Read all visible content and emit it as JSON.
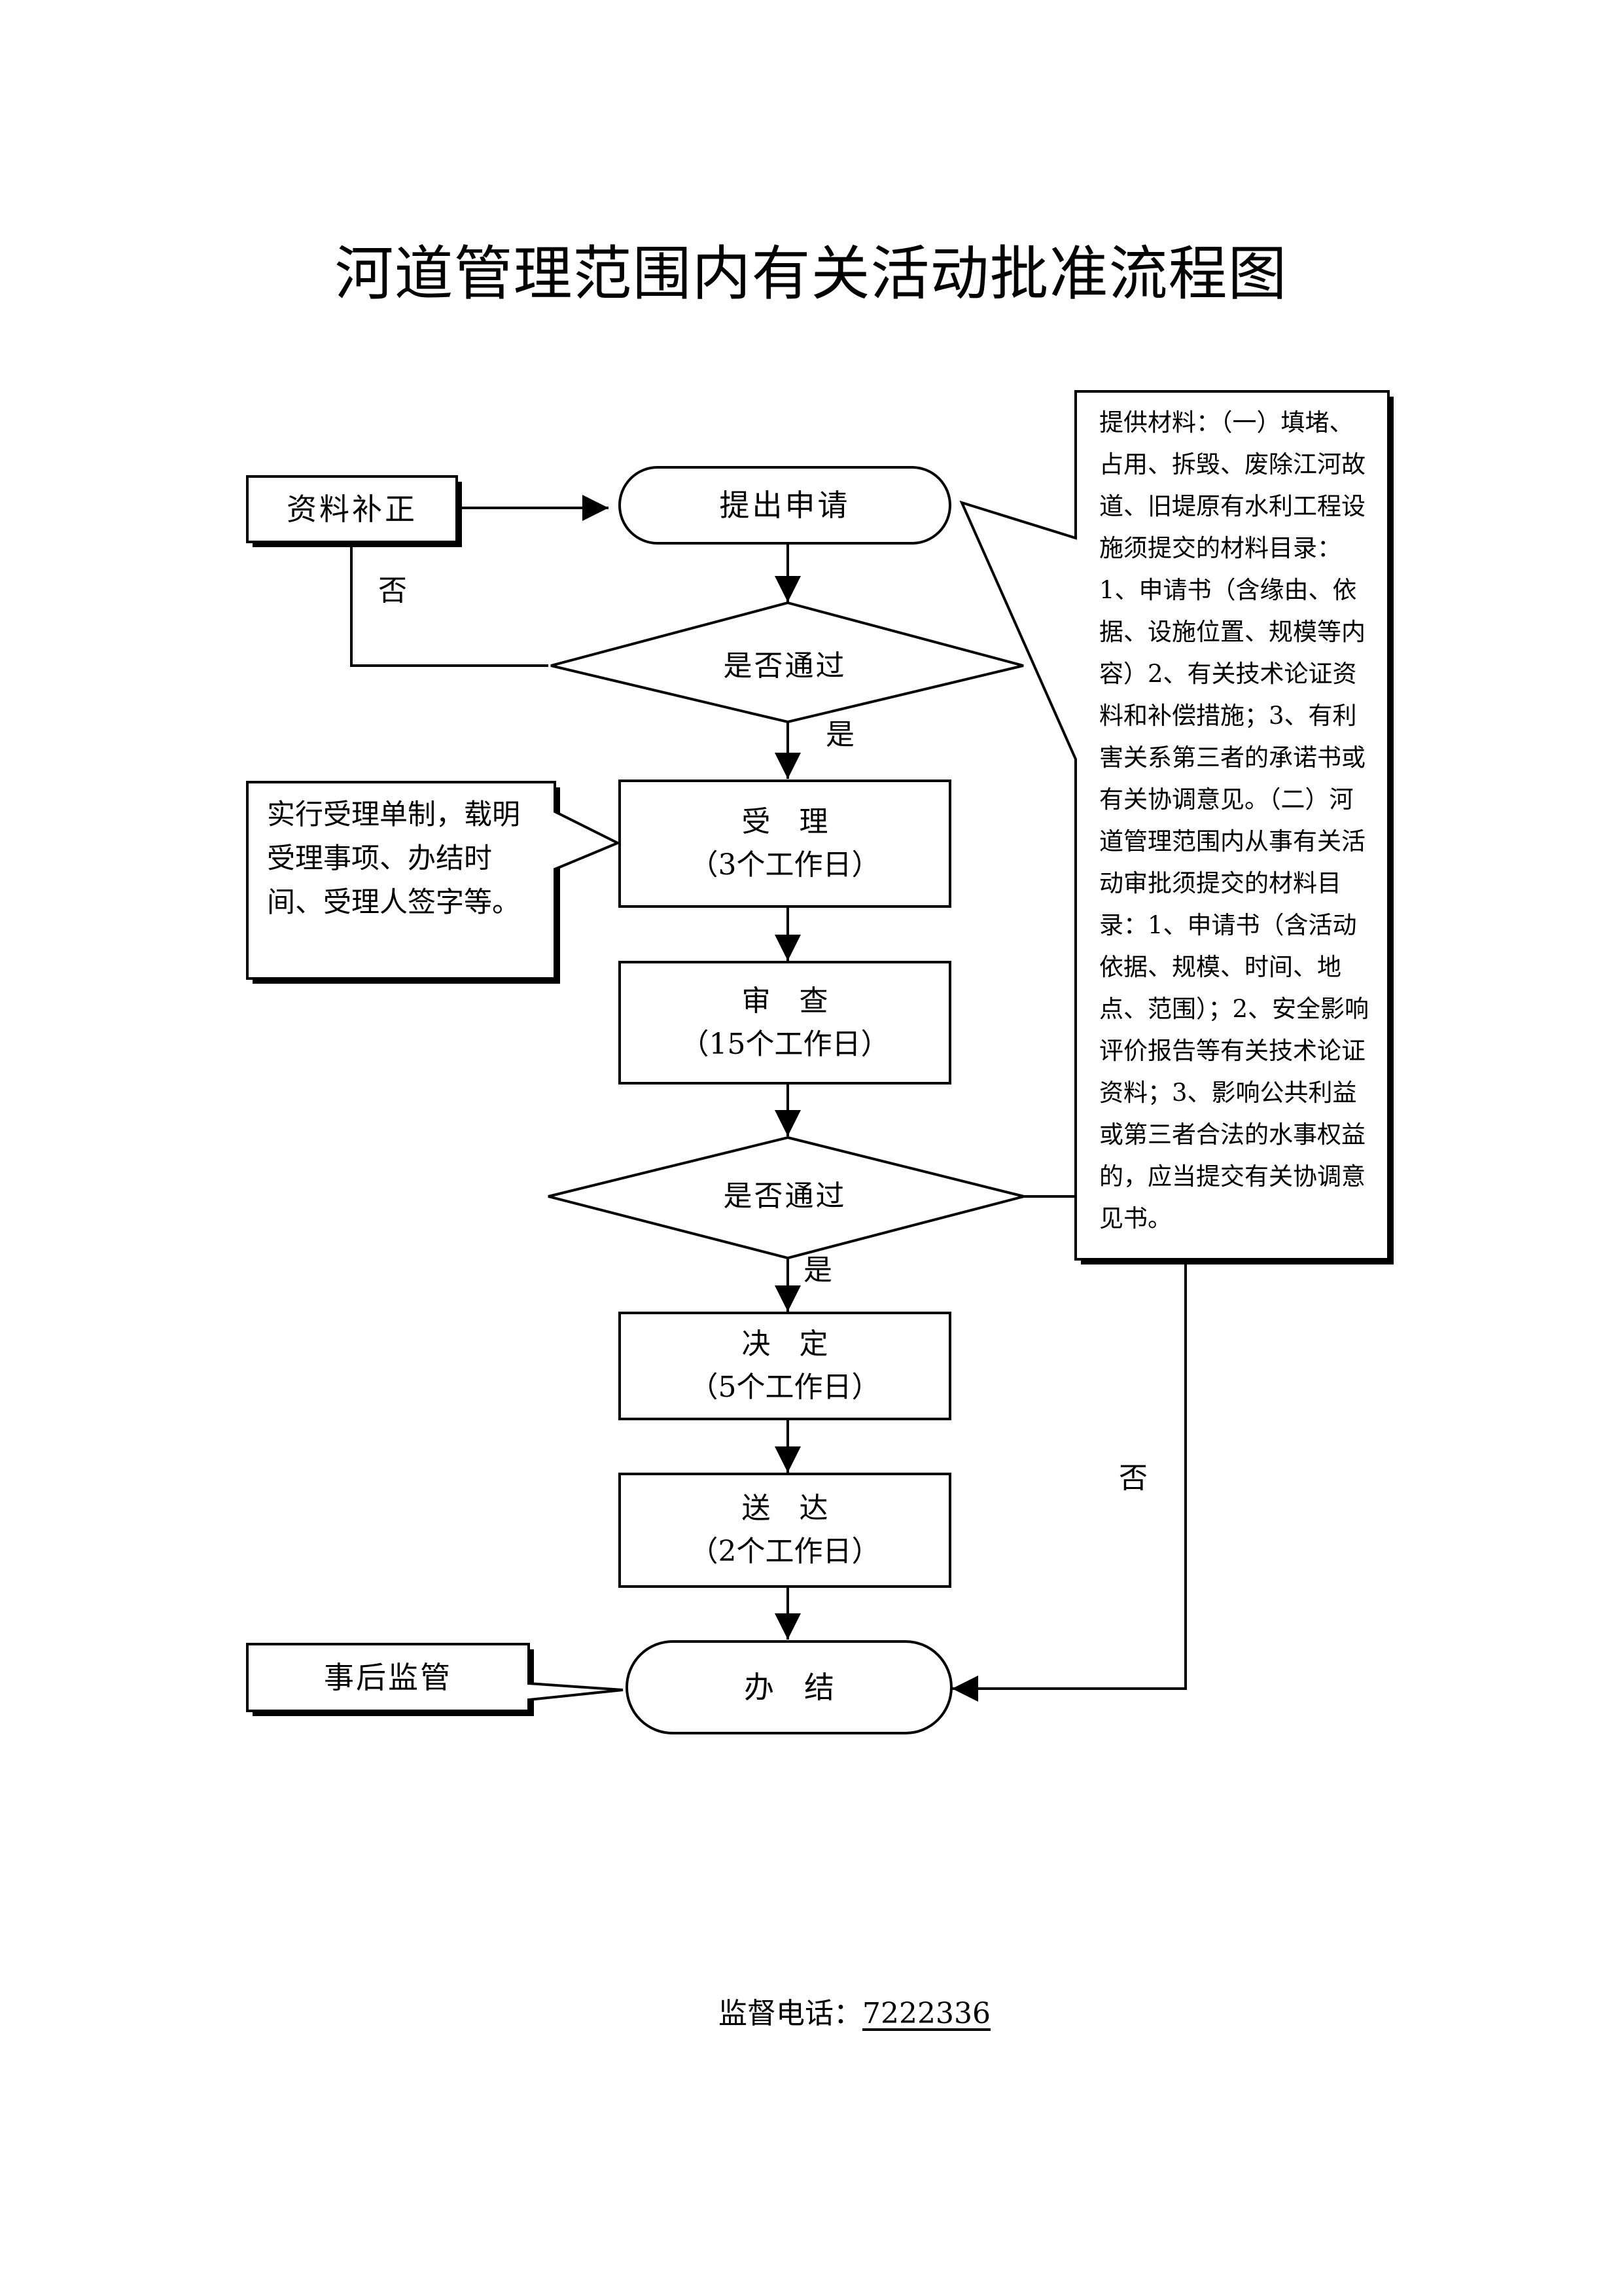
{
  "title": "河道管理范围内有关活动批准流程图",
  "nodes": {
    "correction": "资料补正",
    "apply": "提出申请",
    "check1": "是否通过",
    "accept": "受　理",
    "accept_days": "（3个工作日）",
    "review": "审　查",
    "review_days": "（15个工作日）",
    "check2": "是否通过",
    "decide": "决　定",
    "decide_days": "（5个工作日）",
    "deliver": "送　达",
    "deliver_days": "（2个工作日）",
    "finish": "办　结",
    "supervise": "事后监管"
  },
  "edge_labels": {
    "no1": "否",
    "yes1": "是",
    "yes2": "是",
    "no2": "否"
  },
  "notes": {
    "accept_note": "实行受理单制，载明受理事项、办结时间、受理人签字等。",
    "materials": "提供材料：（一）填堵、占用、拆毁、废除江河故道、旧堤原有水利工程设施须提交的材料目录：1、申请书（含缘由、依据、设施位置、规模等内容）2、有关技术论证资料和补偿措施；3、有利害关系第三者的承诺书或有关协调意见。（二）河道管理范围内从事有关活动审批须提交的材料目录：1、申请书（含活动依据、规模、时间、地点、范围）；2、安全影响评价报告等有关技术论证资料；3、影响公共利益或第三者合法的水事权益的，应当提交有关协调意见书。"
  },
  "footer": {
    "label": "监督电话：",
    "phone": "7222336"
  }
}
